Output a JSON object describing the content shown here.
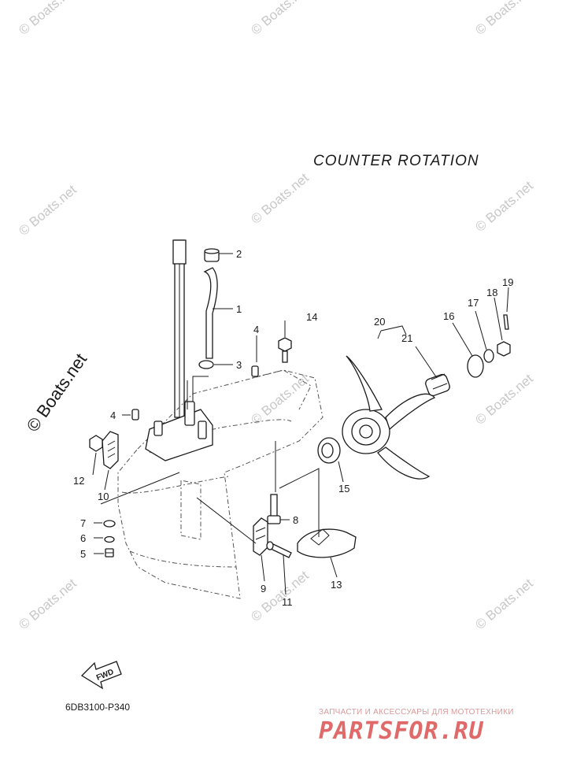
{
  "diagram": {
    "title": "COUNTER  ROTATION",
    "diagram_code": "6DB3100-P340",
    "fwd_label": "FWD",
    "watermark": "© Boats.net",
    "shop_tagline": "ЗАПЧАСТИ И АКСЕССУАРЫ ДЛЯ МОТОТЕХНИКИ",
    "shop_name": "PARTSFOR.RU",
    "callouts": [
      "1",
      "2",
      "3",
      "4",
      "4",
      "5",
      "6",
      "7",
      "8",
      "9",
      "10",
      "11",
      "12",
      "13",
      "14",
      "15",
      "16",
      "17",
      "18",
      "19",
      "20",
      "21"
    ]
  },
  "colors": {
    "line": "#1a1a1a",
    "watermark": "#c8c8c8",
    "shop_red": "#e06a6a"
  }
}
